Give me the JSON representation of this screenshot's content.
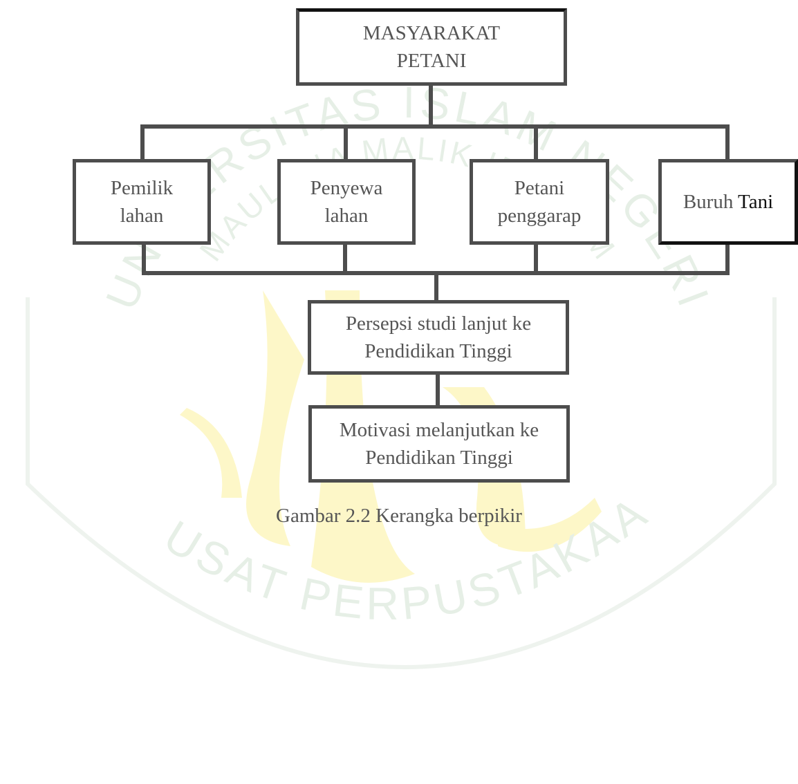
{
  "diagram": {
    "root": {
      "text": "MASYARAKAT\nPETANI"
    },
    "categories": [
      {
        "text": "Pemilik\nlahan"
      },
      {
        "text": "Penyewa\nlahan"
      },
      {
        "text": "Petani\npenggarap"
      },
      {
        "text_part1": "Buruh",
        "text_part2": "Tani"
      }
    ],
    "perception": {
      "text": "Persepsi studi lanjut ke\nPendidikan Tinggi"
    },
    "motivation": {
      "text": "Motivasi melanjutkan ke\nPendidikan Tinggi"
    },
    "caption": "Gambar 2.2 Kerangka berpikir"
  },
  "watermark": {
    "top_arc": "UNIVERSITAS ISLAM NEGERI",
    "inner_arc": "MAULANA MALIK IBRAHIM",
    "bottom_arc": "PUSAT PERPUSTAKAAN",
    "color_text": "#e6efe6",
    "color_emblem": "#fdf7c8"
  }
}
